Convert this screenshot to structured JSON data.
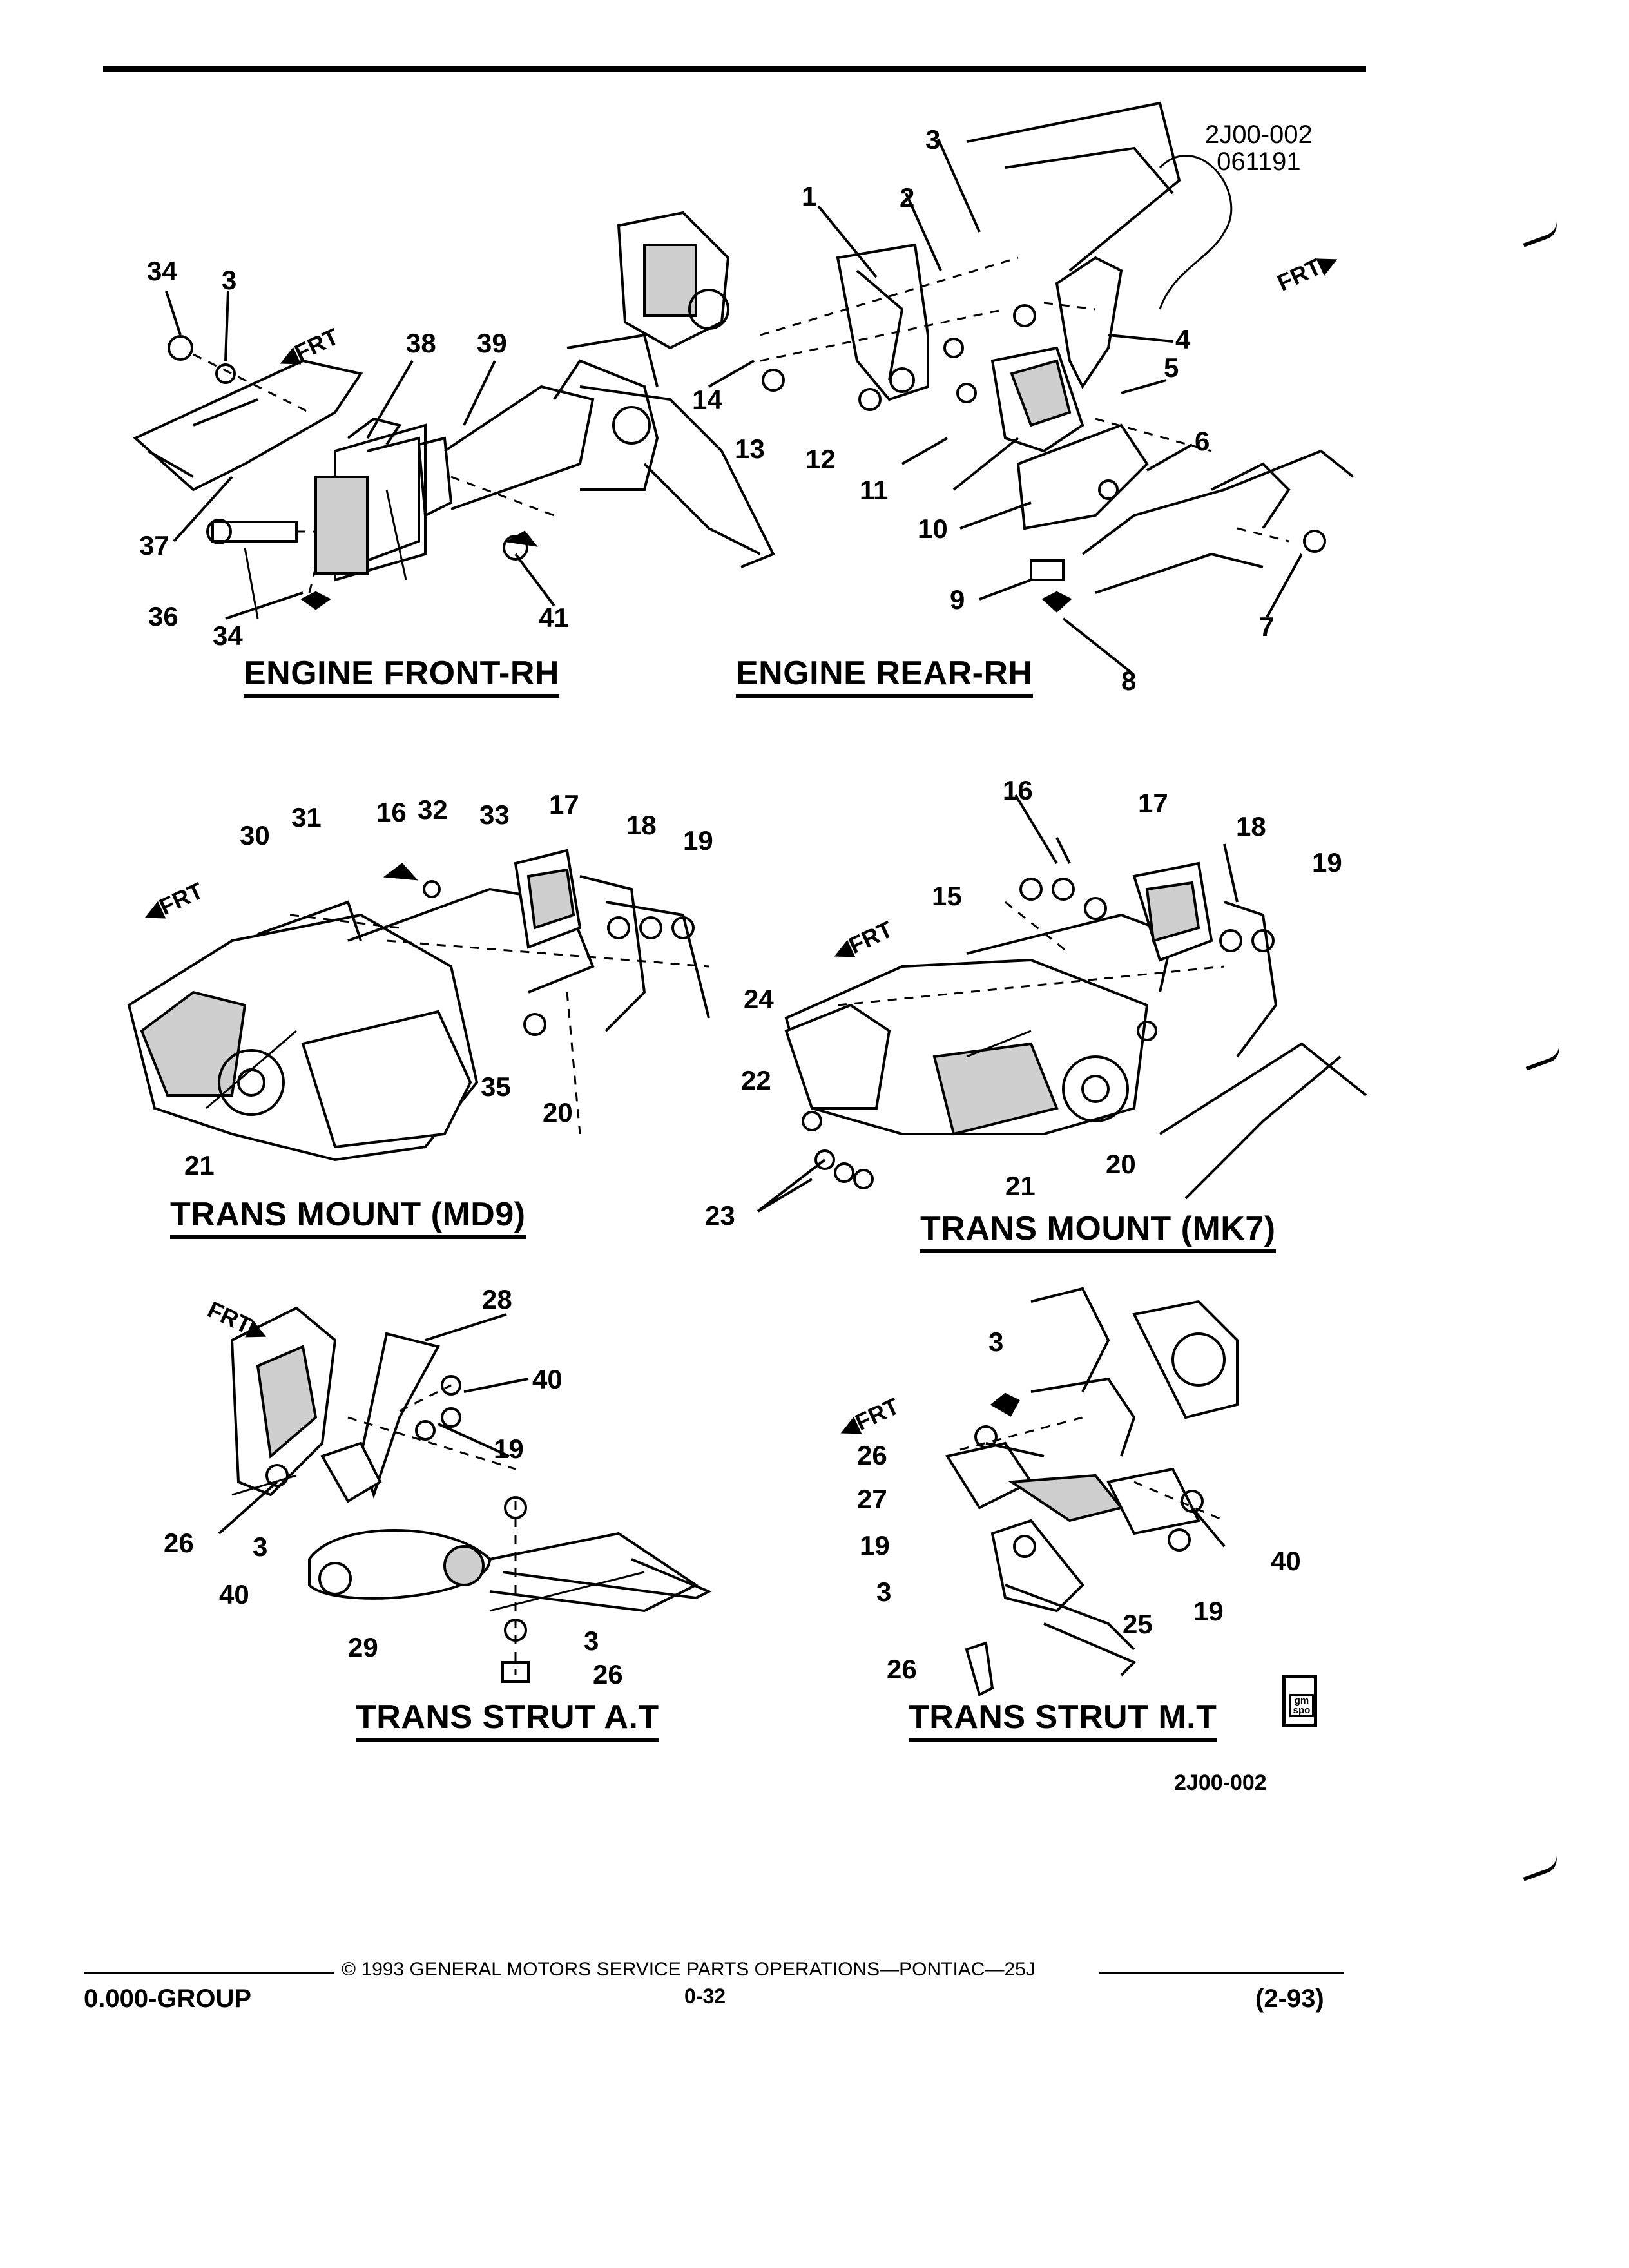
{
  "header": {
    "ref_code_line1": "2J00-002",
    "ref_code_line2": "061191"
  },
  "sections": {
    "engine_front": {
      "title": "ENGINE FRONT-RH",
      "frt": "FRT"
    },
    "engine_rear": {
      "title": "ENGINE REAR-RH",
      "frt": "FRT"
    },
    "trans_mount_md9": {
      "title": "TRANS MOUNT (MD9)",
      "frt": "FRT"
    },
    "trans_mount_mk7": {
      "title": "TRANS MOUNT (MK7)",
      "frt": "FRT"
    },
    "trans_strut_at": {
      "title": "TRANS STRUT A.T",
      "frt": "FRT"
    },
    "trans_strut_mt": {
      "title": "TRANS STRUT M.T",
      "frt": "FRT"
    }
  },
  "callouts": {
    "ef": [
      "34",
      "3",
      "38",
      "39",
      "37",
      "36",
      "34",
      "41"
    ],
    "er": [
      "3",
      "2",
      "1",
      "4",
      "5",
      "14",
      "13",
      "12",
      "11",
      "6",
      "10",
      "9",
      "8",
      "7"
    ],
    "md9": [
      "30",
      "31",
      "16",
      "32",
      "33",
      "17",
      "18",
      "19",
      "35",
      "20",
      "21"
    ],
    "mk7": [
      "16",
      "17",
      "18",
      "19",
      "15",
      "24",
      "22",
      "23",
      "21",
      "20"
    ],
    "at": [
      "28",
      "40",
      "19",
      "26",
      "3",
      "40",
      "29",
      "3",
      "26"
    ],
    "mt": [
      "3",
      "26",
      "27",
      "19",
      "3",
      "26",
      "40",
      "19",
      "25"
    ]
  },
  "figure_code": "2J00-002",
  "badge_text": "gm spo",
  "footer": {
    "group": "0.000-GROUP",
    "copyright": "© 1993 GENERAL MOTORS SERVICE PARTS OPERATIONS—PONTIAC—25J",
    "page": "0-32",
    "date": "(2-93)"
  }
}
